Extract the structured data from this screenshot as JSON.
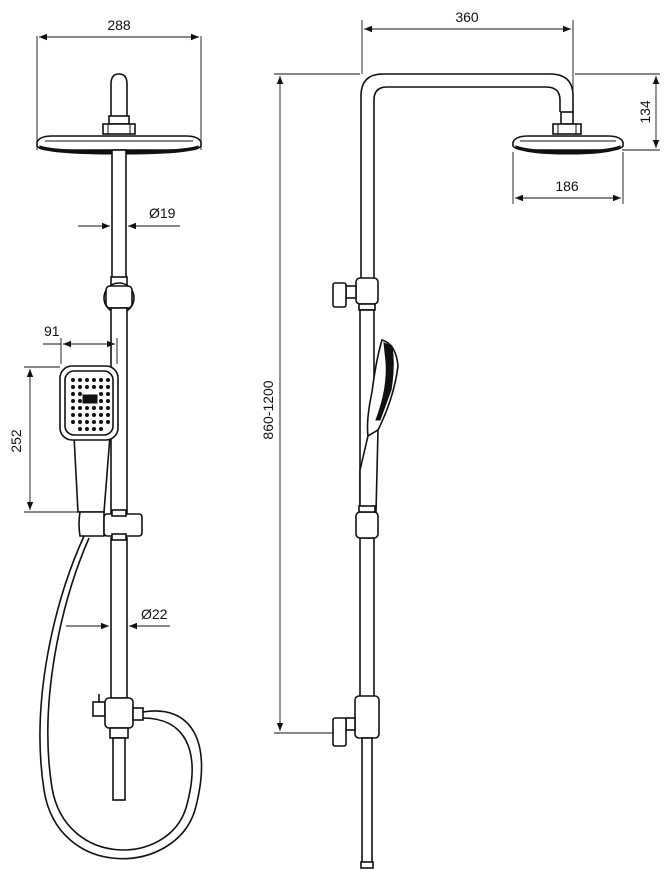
{
  "dimensions": {
    "head_width": "288",
    "arm_reach": "360",
    "head_drop": "134",
    "head_depth": "186",
    "upper_pipe_dia": "Ø19",
    "lower_pipe_dia": "Ø22",
    "hand_width": "91",
    "hand_length": "252",
    "height_range": "860-1200"
  },
  "icons": {
    "arrowhead": "arrow-icon"
  }
}
